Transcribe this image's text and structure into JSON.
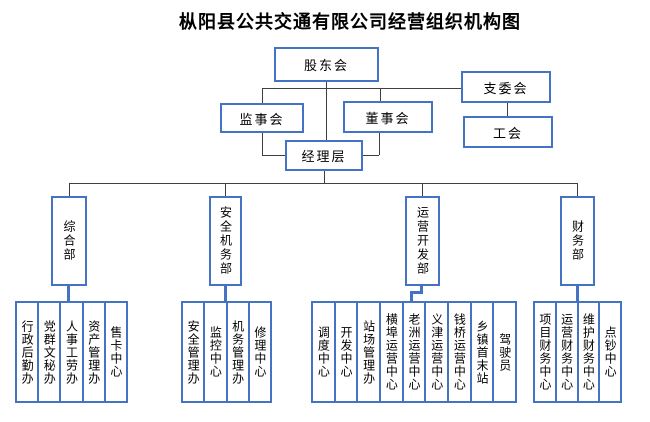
{
  "title": "枞阳县公共交通有限公司经营组织机构图",
  "top_nodes": {
    "shareholders": "股东会",
    "supervisory_board": "监事会",
    "board_of_directors": "董事会",
    "management": "经理层",
    "branch_committee": "支委会",
    "labor_union": "工会"
  },
  "departments": [
    {
      "label": "综合部",
      "children": [
        "行政后勤办",
        "党群文秘办",
        "人事工劳办",
        "资产管理办",
        "售卡中心"
      ]
    },
    {
      "label": "安全机务部",
      "children": [
        "安全管理办",
        "监控中心",
        "机务管理办",
        "修理中心"
      ]
    },
    {
      "label": "运营开发部",
      "children": [
        "调度中心",
        "开发中心",
        "站场管理办",
        "横埠运营中心",
        "老洲运营中心",
        "义津运营中心",
        "钱桥运营中心",
        "乡镇首末站",
        "驾驶员"
      ]
    },
    {
      "label": "财务部",
      "children": [
        "项目财务中心",
        "运营财务中心",
        "维护财务中心",
        "点钞中心"
      ]
    }
  ],
  "colors": {
    "box_border": "#4472C4",
    "connector_line": "#404040",
    "text": "#000000",
    "background": "#ffffff"
  }
}
